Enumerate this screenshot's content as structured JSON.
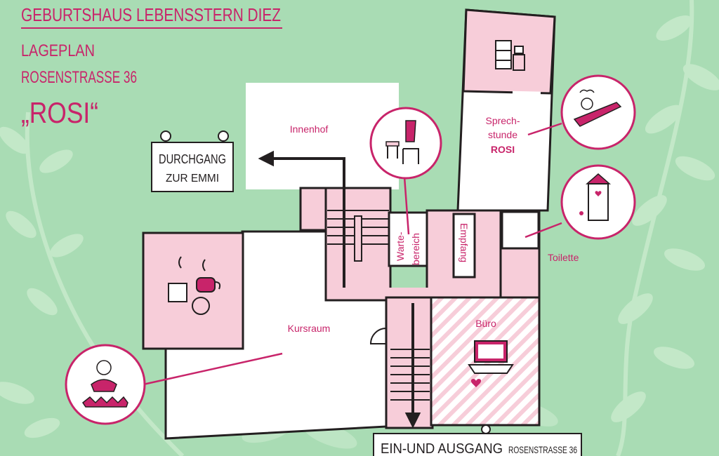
{
  "header": {
    "title": "Geburtshaus Lebensstern Diez",
    "subtitle": "Lageplan",
    "address": "Rosenstrasse 36",
    "nickname": "„ROSI“"
  },
  "signs": {
    "durchgang_line1": "DURCHGANG",
    "durchgang_line2": "ZUR EMMI",
    "entrance_main": "EIN-UND AUSGANG",
    "entrance_street": "ROSENSTRASSE 36"
  },
  "rooms": {
    "innenhof": "Innenhof",
    "sprechstunde_line1": "Sprech-",
    "sprechstunde_line2": "stunde",
    "sprechstunde_bold": "ROSI",
    "warte_line1": "Warte-",
    "warte_line2": "bereich",
    "empfang": "Empfang",
    "toilette": "Toilette",
    "buero": "Büro",
    "kursraum": "Kursraum"
  },
  "colors": {
    "background": "#a9dcb4",
    "leaf": "#c3e8c8",
    "room_pink": "#f7cdd9",
    "wall": "#231f20",
    "accent": "#c8246a",
    "white": "#ffffff"
  },
  "icons": {
    "kitchen": "shelf-icon",
    "relax": "reclining-woman-icon",
    "waiting": "chairs-icon",
    "toilet": "outhouse-icon",
    "office": "laptop-icon",
    "course": "meditating-woman-icon",
    "cafe": "coffee-cups-icon"
  }
}
